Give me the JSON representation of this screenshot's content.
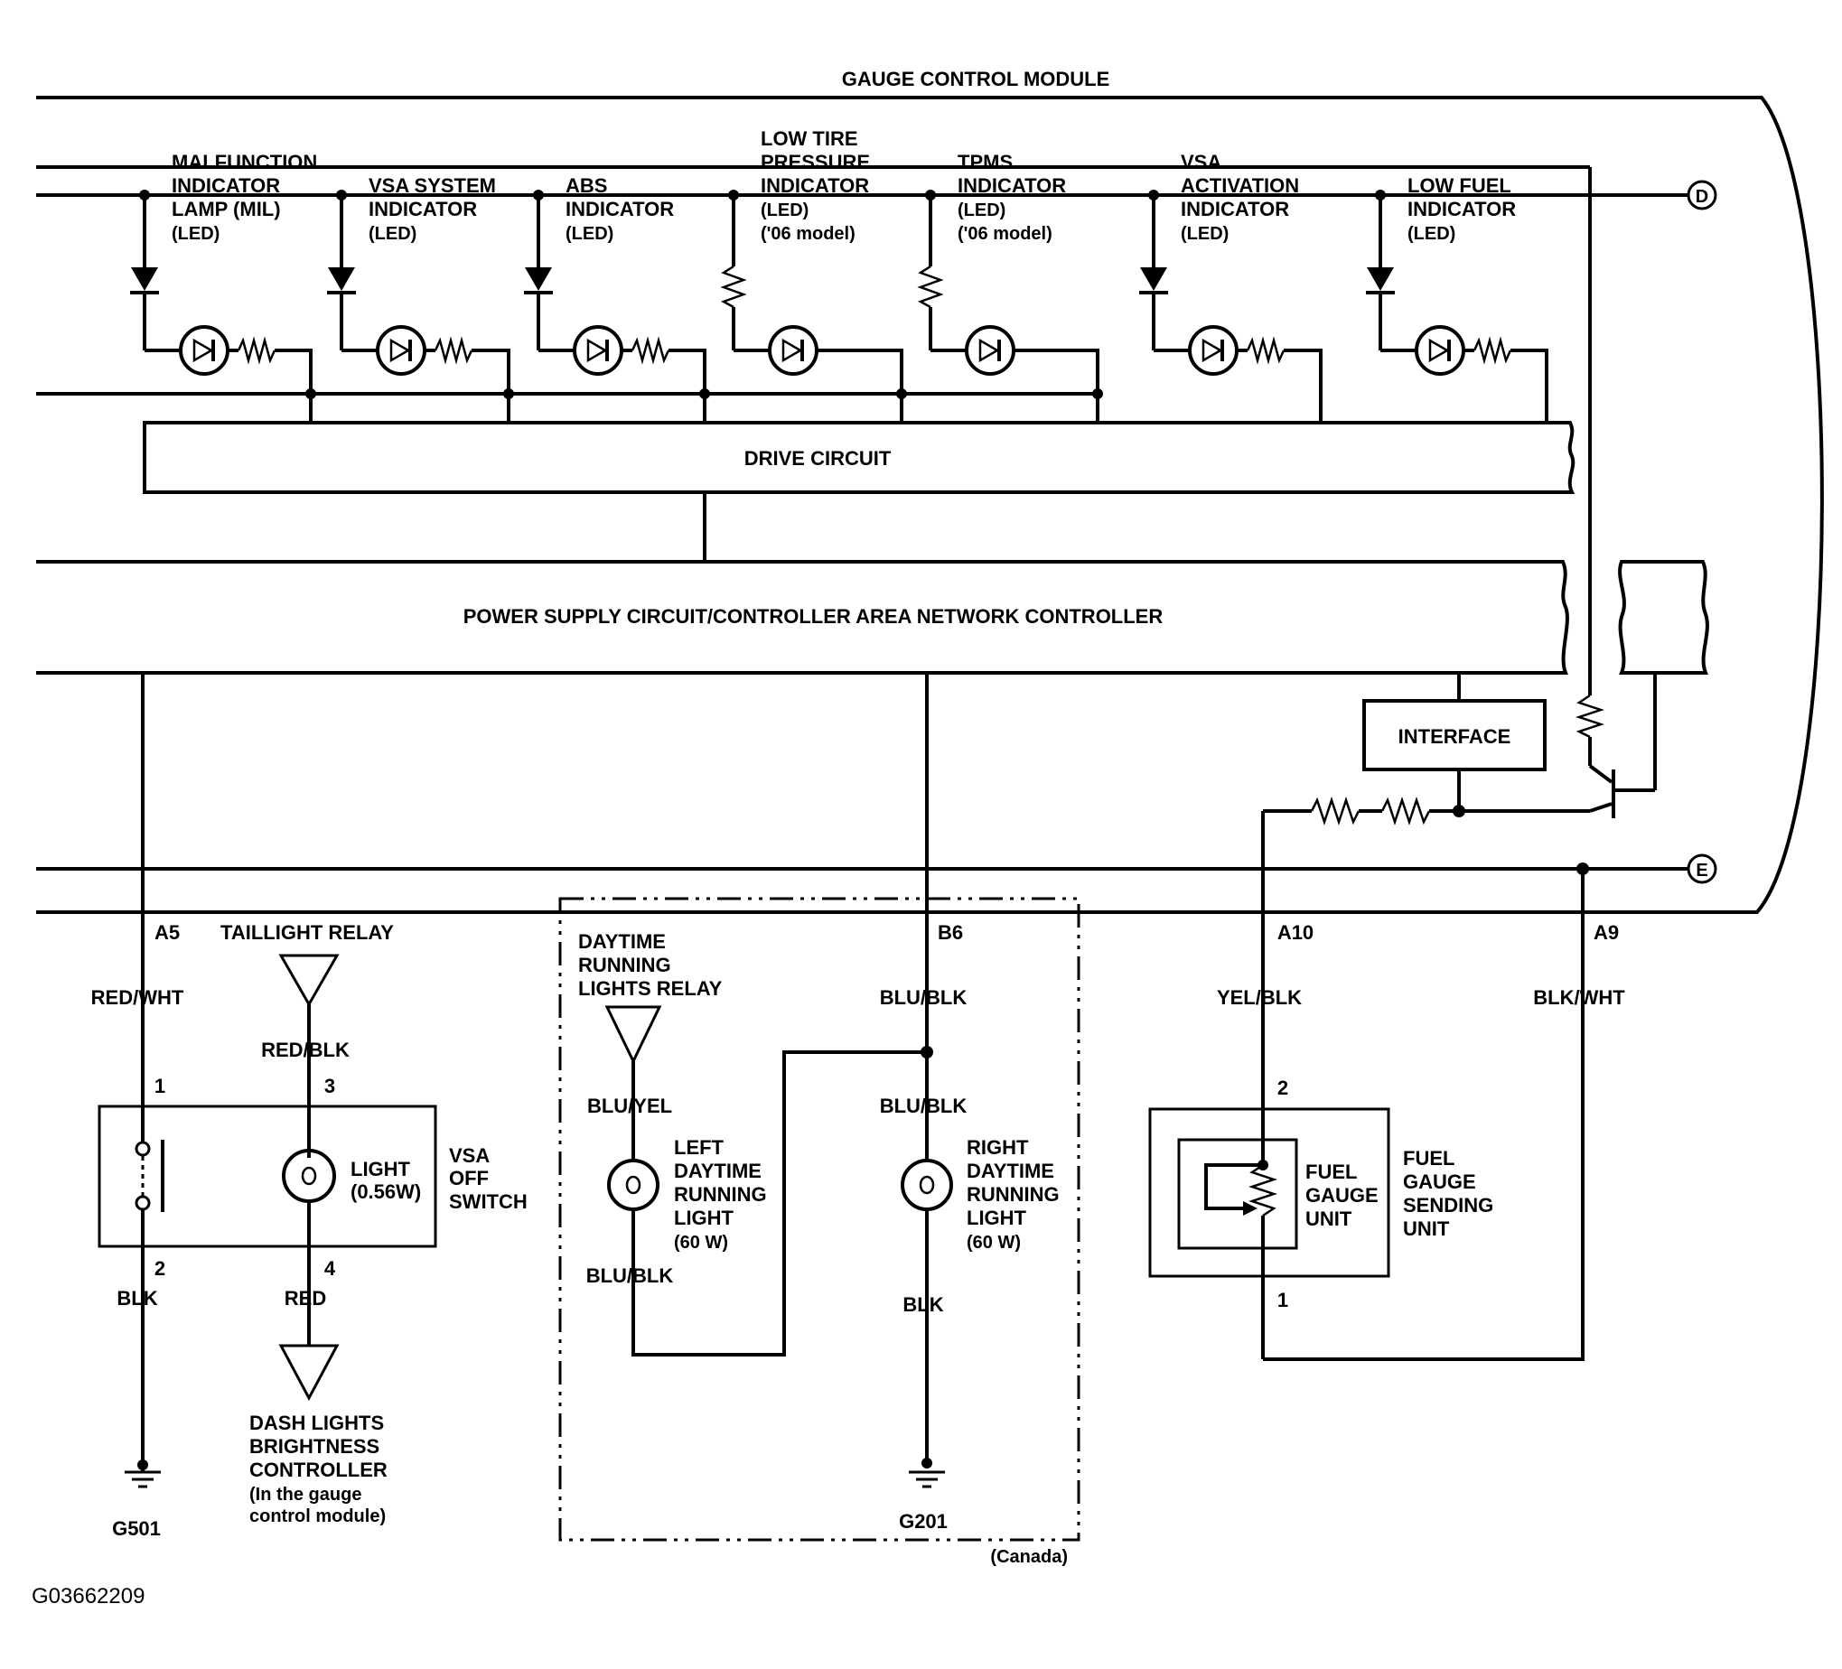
{
  "module": {
    "title": "GAUGE CONTROL MODULE",
    "drive_circuit": "DRIVE CIRCUIT",
    "power_supply": "POWER SUPPLY CIRCUIT/CONTROLLER AREA NETWORK CONTROLLER",
    "interface": "INTERFACE",
    "connector_d": "D",
    "connector_e": "E"
  },
  "indicators": [
    {
      "lines": [
        "MALFUNCTION",
        "INDICATOR",
        "LAMP (MIL)",
        "(LED)"
      ]
    },
    {
      "lines": [
        "VSA SYSTEM",
        "INDICATOR",
        "(LED)"
      ]
    },
    {
      "lines": [
        "ABS",
        "INDICATOR",
        "(LED)"
      ]
    },
    {
      "lines": [
        "LOW TIRE",
        "PRESSURE",
        "INDICATOR",
        "(LED)",
        "('06 model)"
      ]
    },
    {
      "lines": [
        "TPMS",
        "INDICATOR",
        "(LED)",
        "('06 model)"
      ]
    },
    {
      "lines": [
        "VSA",
        "ACTIVATION",
        "INDICATOR",
        "(LED)"
      ]
    },
    {
      "lines": [
        "LOW FUEL",
        "INDICATOR",
        "(LED)"
      ]
    }
  ],
  "terminals": {
    "a5": "A5",
    "b6": "B6",
    "a10": "A10",
    "a9": "A9"
  },
  "wires": {
    "red_wht": "RED/WHT",
    "red_blk": "RED/BLK",
    "blk_left": "BLK",
    "red": "RED",
    "blu_yel": "BLU/YEL",
    "blu_blk_relay_out": "BLU/BLK",
    "blu_blk_b6": "BLU/BLK",
    "blu_blk_right": "BLU/BLK",
    "blk_right": "BLK",
    "yel_blk": "YEL/BLK",
    "blk_wht": "BLK/WHT"
  },
  "pins": {
    "p1": "1",
    "p2": "2",
    "p3": "3",
    "p4": "4",
    "fuel_p2": "2",
    "fuel_p1": "1"
  },
  "components": {
    "taillight_relay": "TAILLIGHT RELAY",
    "vsa_off_switch": [
      "VSA",
      "OFF",
      "SWITCH"
    ],
    "light": [
      "LIGHT",
      "(0.56W)"
    ],
    "dash_lights": [
      "DASH LIGHTS",
      "BRIGHTNESS",
      "CONTROLLER",
      "(In the gauge",
      "control module)"
    ],
    "drl_relay": [
      "DAYTIME",
      "RUNNING",
      "LIGHTS RELAY"
    ],
    "left_drl": [
      "LEFT",
      "DAYTIME",
      "RUNNING",
      "LIGHT",
      "(60 W)"
    ],
    "right_drl": [
      "RIGHT",
      "DAYTIME",
      "RUNNING",
      "LIGHT",
      "(60 W)"
    ],
    "fuel_gauge_unit": [
      "FUEL",
      "GAUGE",
      "UNIT"
    ],
    "fuel_gauge_sending_unit": [
      "FUEL",
      "GAUGE",
      "SENDING",
      "UNIT"
    ],
    "canada": "(Canada)"
  },
  "grounds": {
    "g501": "G501",
    "g201": "G201"
  },
  "figure_id": "G03662209"
}
